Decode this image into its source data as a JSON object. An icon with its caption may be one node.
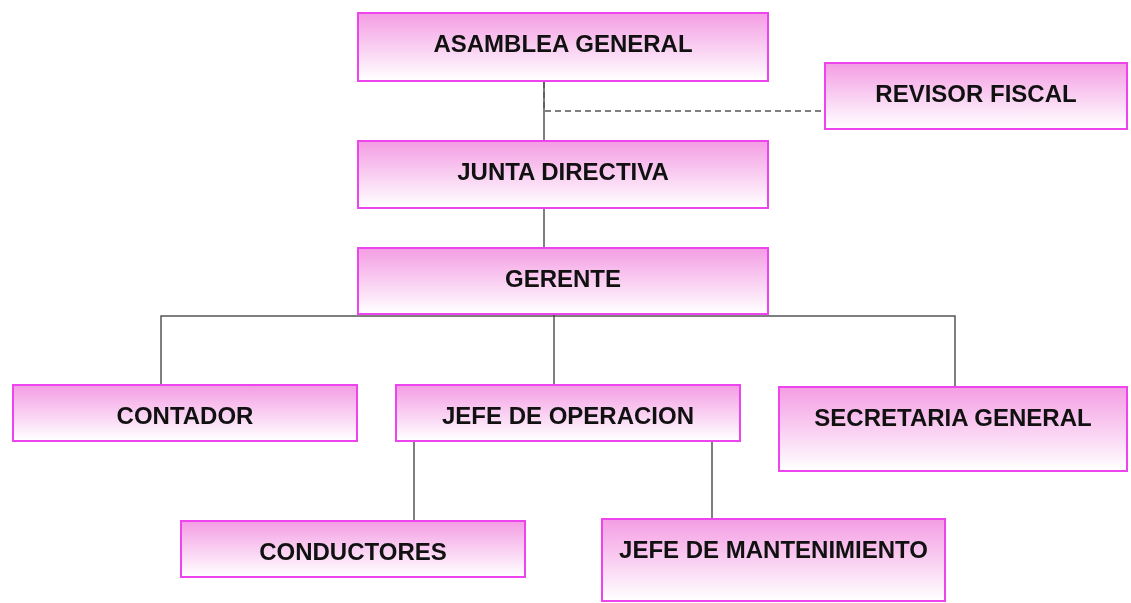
{
  "diagram": {
    "nodes": [
      {
        "text": [
          "ASAMBLEA GENERAL"
        ]
      },
      {
        "text": [
          "REVISOR FISCAL"
        ]
      },
      {
        "text": [
          "JUNTA DIRECTIVA"
        ]
      },
      {
        "text": [
          "GERENTE"
        ]
      },
      {
        "text": [
          "CONTADOR"
        ]
      },
      {
        "text": [
          "JEFE DE OPERACION"
        ]
      },
      {
        "text": [
          "SECRETARIA GENERAL"
        ]
      },
      {
        "text": [
          "CONDUCTORES"
        ]
      },
      {
        "text": [
          "JEFE DE MANTENIMIENTO"
        ]
      }
    ],
    "edges": [
      {
        "from": 0,
        "to": 2,
        "arrow": "none"
      },
      {
        "from": 0,
        "to": 1,
        "arrow": "none",
        "style": "dashed"
      },
      {
        "from": 2,
        "to": 3,
        "arrow": "none"
      },
      {
        "from": 3,
        "to": 4,
        "arrow": "none"
      },
      {
        "from": 3,
        "to": 5,
        "arrow": "none"
      },
      {
        "from": 3,
        "to": 6,
        "arrow": "none"
      },
      {
        "from": 5,
        "to": 7,
        "arrow": "none"
      },
      {
        "from": 5,
        "to": 8,
        "arrow": "none"
      }
    ]
  }
}
